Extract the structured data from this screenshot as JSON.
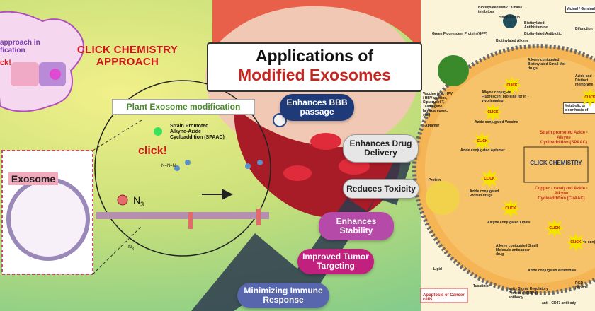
{
  "left": {
    "puzzle_cloud_text": "approach in\nfication",
    "puzzle_click": "ck!",
    "click_chemistry_title": "CLICK CHEMISTRY\nAPPROACH",
    "plant_exosome_label": "Plant Exosome modification",
    "spaac_label": "Strain Promoted\nAlkyne-Azide\nCycloaddition (SPAAC)",
    "click_label": "click!",
    "exosome_label": "Exosome",
    "n3_label": "N",
    "n3_sub": "3",
    "azide_small": "N=N=N",
    "n3_bottom": "N",
    "n3_bottom_sub": "3"
  },
  "center": {
    "title_line1": "Applications of",
    "title_line2": "Modified Exosomes",
    "benefits": [
      {
        "label": "Enhances BBB\npassage",
        "color": "#1f3a78"
      },
      {
        "label": "Enhances Drug\nDelivery",
        "color": "#e6e6e6"
      },
      {
        "label": "Reduces Toxicity",
        "color": "#e6e6e6"
      },
      {
        "label": "Enhances\nStability",
        "color": "#b54aa8"
      },
      {
        "label": "Improved Tumor\nTargeting",
        "color": "#c1207e"
      },
      {
        "label": "Minimizing Immune\nResponse",
        "color": "#5866ad"
      }
    ]
  },
  "right": {
    "top_labels": [
      "Biotinylated MMP / Kinase inhibitors",
      "Streptavidin",
      "Biotinylated Antihistamine",
      "Biotinylated Antibiotic",
      "Biotinylated Alkyne",
      "Vicinal / Geminal",
      "Bifunction"
    ],
    "left_labels": [
      "Green Fluorescent Protein (GFP)",
      "Vaccine (e.g. HPV / HBV vaccine, Sipuleucel-T, Talimogene laherparepvec, etc.)",
      "Aptamer",
      "Protein",
      "Lipid",
      "Apoptosis of Cancer cells"
    ],
    "inner_labels": [
      "Alkyne conjugated Biotinylated Small Mol drugs",
      "Alkyne conjugated Fluorescent proteins for in - vivo imaging",
      "Azide conjugated Vaccine",
      "Azide conjugated Aptamer",
      "Azide conjugated Protein drugs",
      "Alkyne conjugated Lipids",
      "Alkyne conjugated Small Molecule anticancer drug",
      "Azide conjugated Antibodies",
      "Azide and Distinct membrane",
      "Metabolic or bioorthosis of"
    ],
    "strain_promoted": "Strain promoted Azide - Alkyne\nCycloaddition (SPAAC)",
    "click_chemistry": "CLICK CHEMISTRY",
    "copper_catalyzed": "Copper - catalyzed Azide - Alkyne\nCycloaddition (CuAAC)",
    "bottom_labels": [
      "Tucatinib",
      "anti - Signal Regulatory Protein α (SIRPα) antibody",
      "anti - CD47 antibody",
      "RGD peptide"
    ],
    "click_word": "CLICK",
    "azide_conj_right": "Azide conj"
  }
}
